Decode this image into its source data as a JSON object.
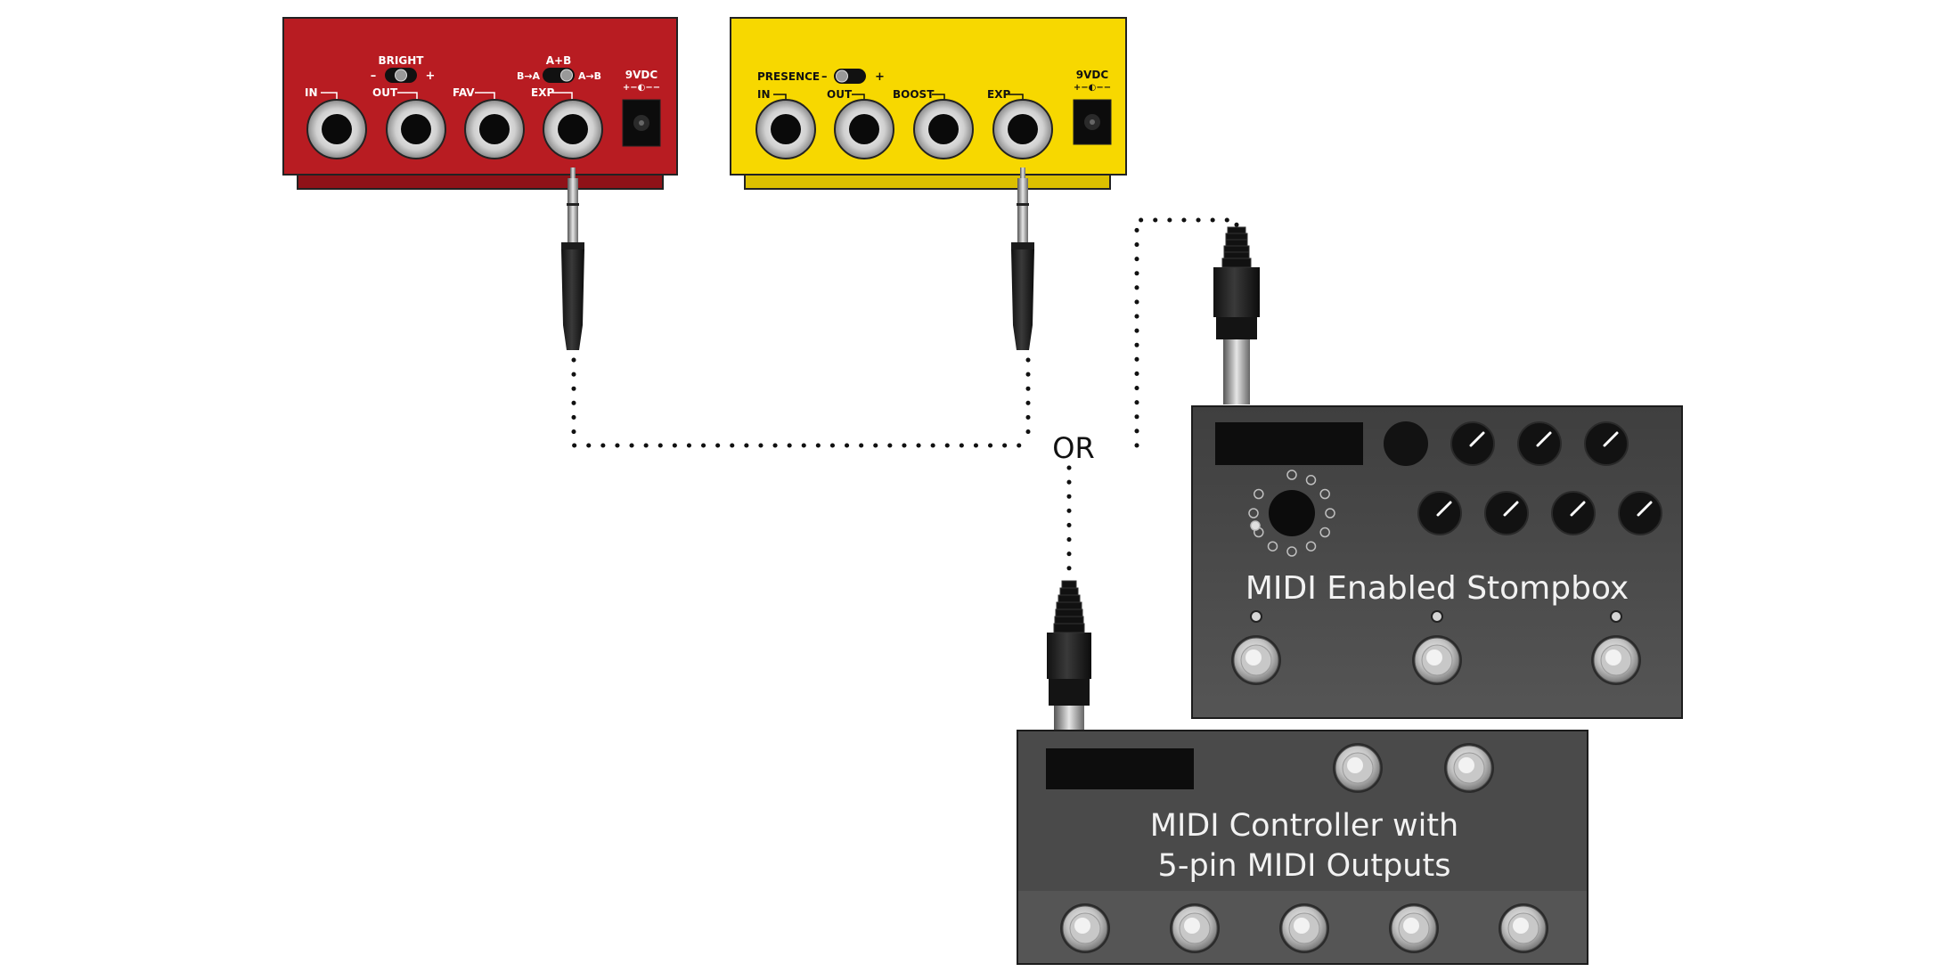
{
  "red_pedal": {
    "switch_bright_label": "BRIGHT",
    "switch_bright_minus": "–",
    "switch_bright_plus": "+",
    "switch_ab_label": "A+B",
    "switch_ab_left": "B→A",
    "switch_ab_right": "A→B",
    "jack_in": "IN",
    "jack_out": "OUT",
    "jack_fav": "FAV",
    "jack_exp": "EXP",
    "power": "9VDC",
    "power_polarity": "+−◐−−"
  },
  "yellow_pedal": {
    "switch_presence_label": "PRESENCE",
    "switch_minus": "–",
    "switch_plus": "+",
    "jack_in": "IN",
    "jack_out": "OUT",
    "jack_boost": "BOOST",
    "jack_exp": "EXP",
    "power": "9VDC",
    "power_polarity": "+−◐−−"
  },
  "connector_or": "OR",
  "stompbox": {
    "title": "MIDI Enabled Stompbox"
  },
  "controller": {
    "title_line1": "MIDI Controller with",
    "title_line2": "5-pin MIDI Outputs"
  },
  "colors": {
    "red_pedal": "#b81c22",
    "yellow_pedal": "#f7d800",
    "device_gray": "#4a4a4a"
  }
}
